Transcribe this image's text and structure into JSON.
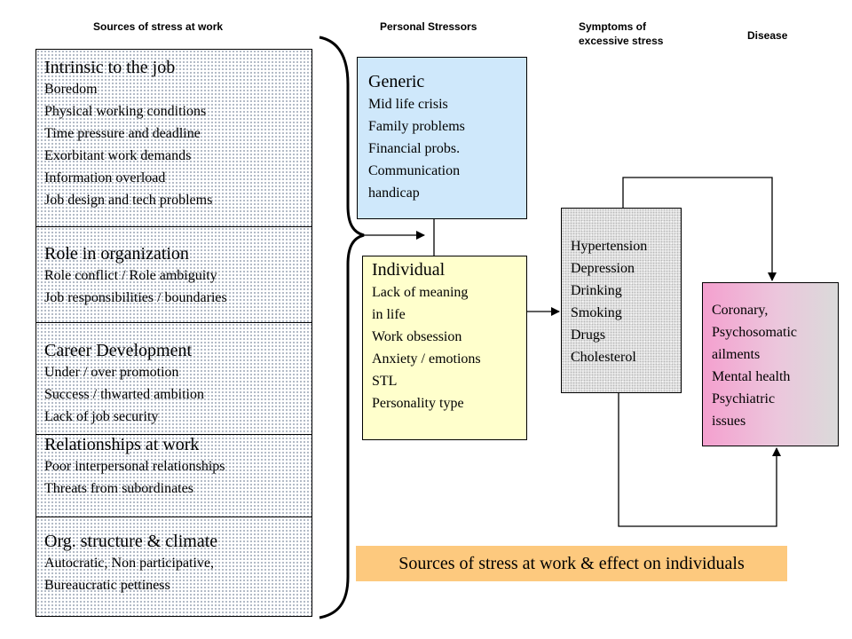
{
  "headers": {
    "sources": "Sources of stress at work",
    "personal": "Personal Stressors",
    "symptoms_line1": "Symptoms of",
    "symptoms_line2": "excessive stress",
    "disease": "Disease"
  },
  "sources": [
    {
      "title": "Intrinsic to the job",
      "items": [
        "Boredom",
        "Physical working conditions",
        "Time pressure and deadline",
        "Exorbitant work demands",
        "Information overload",
        "Job design and tech problems"
      ]
    },
    {
      "title": "Role in organization",
      "items": [
        "Role conflict / Role ambiguity",
        "Job responsibilities / boundaries"
      ]
    },
    {
      "title": "Career Development",
      "items": [
        "Under / over promotion",
        "Success / thwarted ambition",
        "Lack of job security"
      ]
    },
    {
      "title": "Relationships at work",
      "items": [
        "Poor interpersonal relationships",
        "Threats from subordinates"
      ]
    },
    {
      "title": "Org. structure & climate",
      "items": [
        "Autocratic, Non participative,",
        "Bureaucratic pettiness"
      ]
    }
  ],
  "generic": {
    "title": "Generic",
    "items": [
      "Mid life crisis",
      "Family problems",
      "Financial probs.",
      "Communication",
      "handicap"
    ]
  },
  "individual": {
    "title": "Individual",
    "items": [
      "Lack of meaning",
      "in life",
      "Work obsession",
      "Anxiety / emotions",
      "STL",
      "Personality type"
    ]
  },
  "symptoms": {
    "items": [
      "Hypertension",
      "Depression",
      "Drinking",
      "Smoking",
      "Drugs",
      "Cholesterol"
    ]
  },
  "disease": {
    "items": [
      "Coronary,",
      "Psychosomatic",
      "ailments",
      "Mental health",
      "Psychiatric",
      "issues"
    ]
  },
  "caption": "Sources of stress at work & effect on individuals",
  "colors": {
    "generic_fill": "#cfe8fb",
    "individual_fill": "#ffffcc",
    "caption_fill": "#fdc97e",
    "disease_fill": "#f4a0cf"
  }
}
